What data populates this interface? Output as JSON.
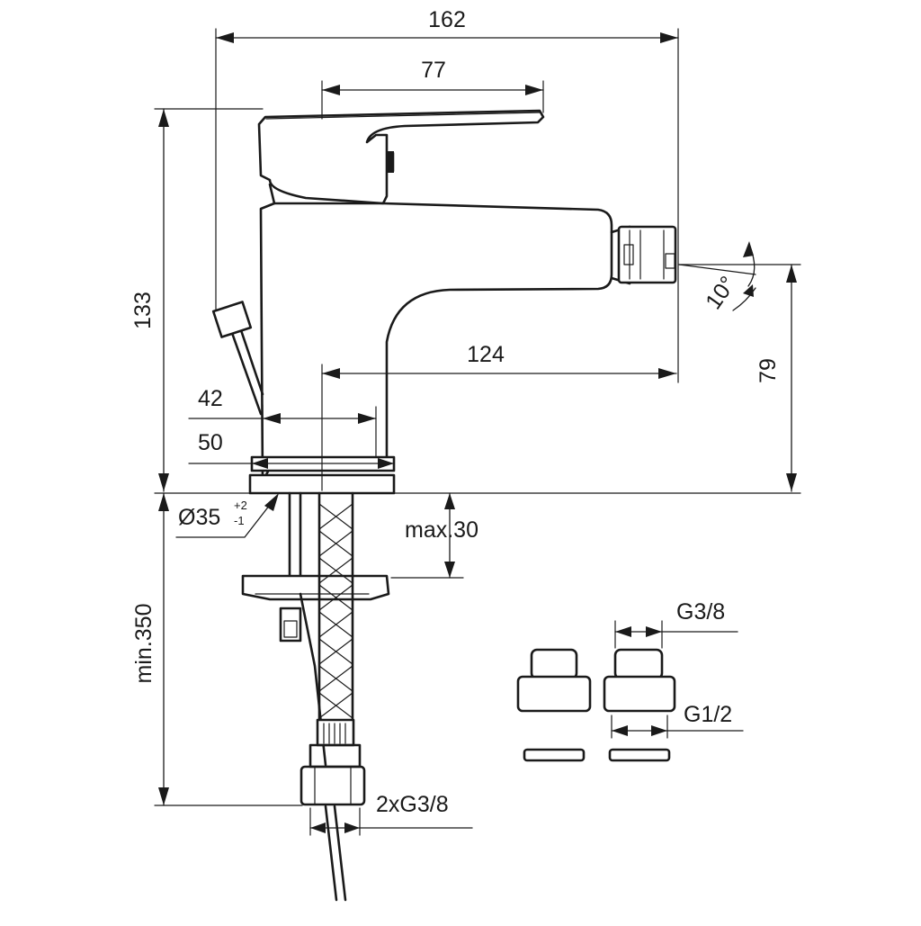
{
  "dimensions": {
    "overall_width": "162",
    "lever_length": "77",
    "total_height": "133",
    "spout_reach": "124",
    "spout_height": "79",
    "spray_angle": "10°",
    "base_42": "42",
    "base_50": "50",
    "hole_diameter": "Ø35",
    "hole_tol_plus": "+2",
    "hole_tol_minus": "-1",
    "deck_thickness": "max.30",
    "hose_length": "min.350",
    "connection": "2xG3/8"
  },
  "adapters": {
    "thread_small": "G3/8",
    "thread_large": "G1/2"
  }
}
